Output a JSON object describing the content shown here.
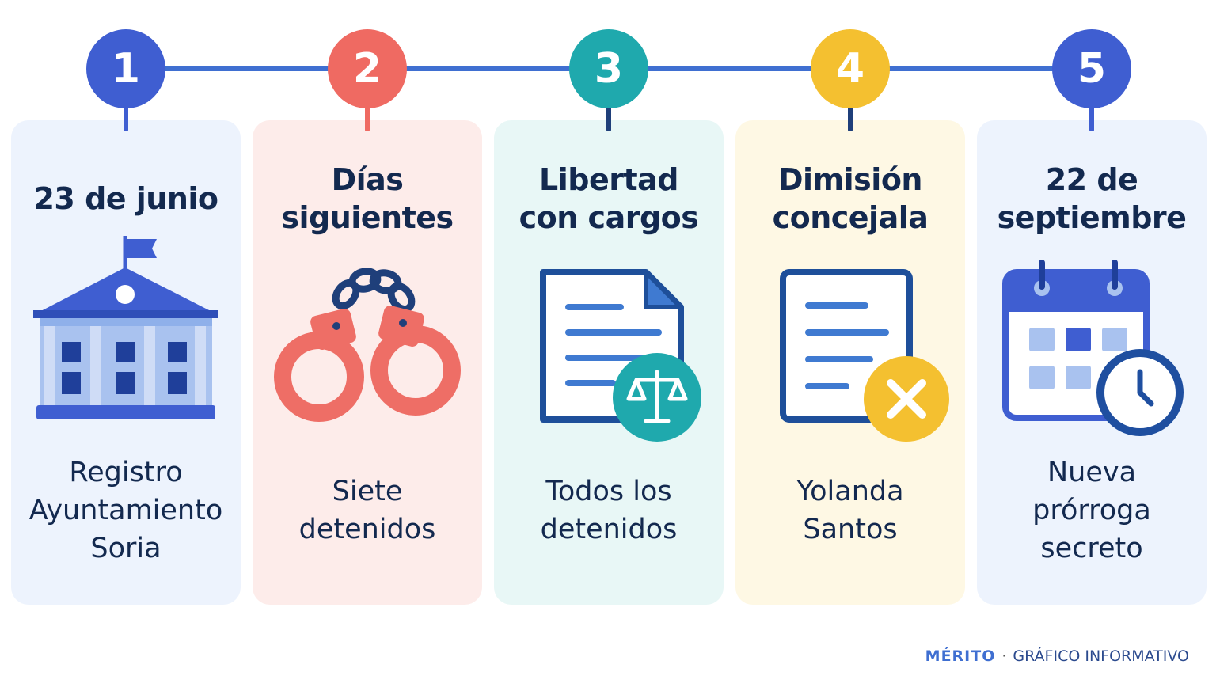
{
  "steps": [
    {
      "number": "1",
      "title": "23 de junio",
      "caption": "Registro\nAyuntamiento\nSoria",
      "icon": "town-hall-icon",
      "accent": "#3f5ed1",
      "card_bg": "#edf3fd"
    },
    {
      "number": "2",
      "title": "Días\nsiguientes",
      "caption": "Siete\ndetenidos",
      "icon": "handcuffs-icon",
      "accent": "#ef6a62",
      "card_bg": "#fdecea"
    },
    {
      "number": "3",
      "title": "Libertad\ncon cargos",
      "caption": "Todos los\ndetenidos",
      "icon": "legal-document-icon",
      "accent": "#1fa9ad",
      "card_bg": "#e8f7f6"
    },
    {
      "number": "4",
      "title": "Dimisión\nconcejala",
      "caption": "Yolanda\nSantos",
      "icon": "resignation-document-icon",
      "accent": "#f4c030",
      "card_bg": "#fef8e4"
    },
    {
      "number": "5",
      "title": "22 de\nseptiembre",
      "caption": "Nueva\nprórroga\nsecreto",
      "icon": "calendar-clock-icon",
      "accent": "#3f5ed1",
      "card_bg": "#edf3fd"
    }
  ],
  "footer": {
    "brand": "MÉRITO",
    "separator": "·",
    "label": "GRÁFICO INFORMATIVO"
  }
}
